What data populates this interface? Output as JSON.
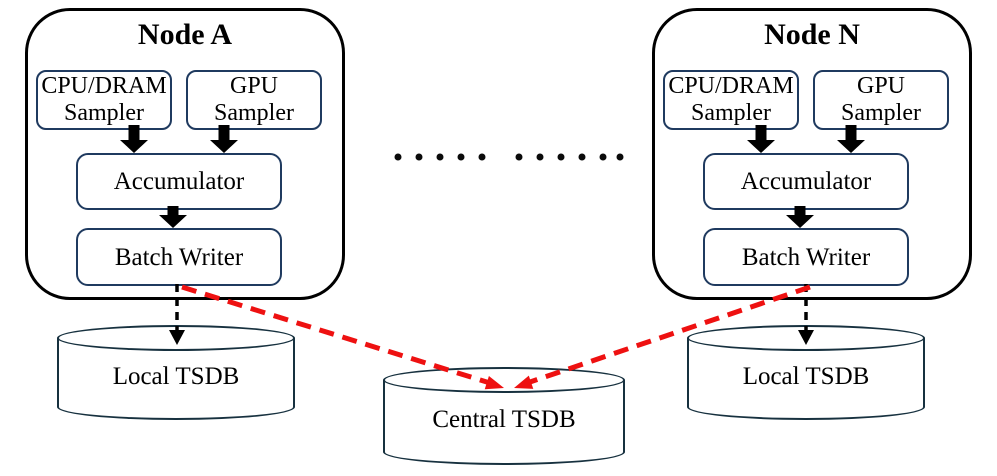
{
  "nodes": [
    {
      "title": "Node A",
      "cpu_sampler": {
        "line1": "CPU/DRAM",
        "line2": "Sampler"
      },
      "gpu_sampler": {
        "line1": "GPU",
        "line2": "Sampler"
      },
      "accumulator": "Accumulator",
      "batch_writer": "Batch Writer",
      "local_tsdb": "Local TSDB"
    },
    {
      "title": "Node N",
      "cpu_sampler": {
        "line1": "CPU/DRAM",
        "line2": "Sampler"
      },
      "gpu_sampler": {
        "line1": "GPU",
        "line2": "Sampler"
      },
      "accumulator": "Accumulator",
      "batch_writer": "Batch Writer",
      "local_tsdb": "Local TSDB"
    }
  ],
  "central_tsdb": "Central TSDB",
  "ellipsis_dot_count": 11,
  "edges": [
    {
      "from": "Node A / CPU-DRAM Sampler",
      "to": "Node A / Accumulator",
      "style": "solid-block-arrow",
      "color": "#000000"
    },
    {
      "from": "Node A / GPU Sampler",
      "to": "Node A / Accumulator",
      "style": "solid-block-arrow",
      "color": "#000000"
    },
    {
      "from": "Node A / Accumulator",
      "to": "Node A / Batch Writer",
      "style": "solid-block-arrow",
      "color": "#000000"
    },
    {
      "from": "Node N / CPU-DRAM Sampler",
      "to": "Node N / Accumulator",
      "style": "solid-block-arrow",
      "color": "#000000"
    },
    {
      "from": "Node N / GPU Sampler",
      "to": "Node N / Accumulator",
      "style": "solid-block-arrow",
      "color": "#000000"
    },
    {
      "from": "Node N / Accumulator",
      "to": "Node N / Batch Writer",
      "style": "solid-block-arrow",
      "color": "#000000"
    },
    {
      "from": "Node A / Batch Writer",
      "to": "Local TSDB (A)",
      "style": "dashed-arrow",
      "color": "#000000"
    },
    {
      "from": "Node N / Batch Writer",
      "to": "Local TSDB (N)",
      "style": "dashed-arrow",
      "color": "#000000"
    },
    {
      "from": "Node A / Batch Writer",
      "to": "Central TSDB",
      "style": "dashed-arrow",
      "color": "#ee1111"
    },
    {
      "from": "Node N / Batch Writer",
      "to": "Central TSDB",
      "style": "dashed-arrow",
      "color": "#ee1111"
    }
  ],
  "colors": {
    "node_border": "#000000",
    "component_border": "#1f3a5f",
    "cylinder_border": "#17313f",
    "black_arrow": "#000000",
    "red_arrow": "#ee1111",
    "background": "#ffffff",
    "text": "#000000"
  }
}
